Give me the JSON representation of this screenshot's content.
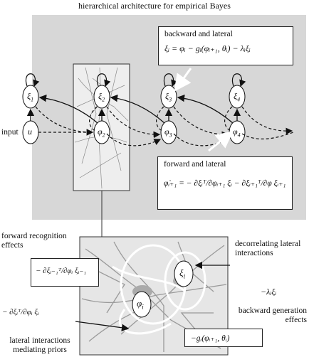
{
  "title": "hierarchical architecture for empirical Bayes",
  "input_label": "input",
  "nodes": {
    "u": "u",
    "xi1": "ξ",
    "xi1_sub": "1",
    "xi2": "ξ",
    "xi2_sub": "2",
    "xi3": "ξ",
    "xi3_sub": "3",
    "xi4": "ξ",
    "xi4_sub": "4",
    "phi2": "φ",
    "phi2_sub": "2",
    "phi3": "φ",
    "phi3_sub": "3",
    "phi4": "φ",
    "phi4_sub": "4",
    "xi_i": "ξ",
    "xi_i_sub": "i",
    "phi_i": "φ",
    "phi_i_sub": "i"
  },
  "backward_box": {
    "title": "backward and lateral",
    "equation": "ξᵢ = φᵢ − gᵢ(φᵢ₊₁, θᵢ) − λᵢξᵢ"
  },
  "forward_box": {
    "title": "forward and lateral",
    "equation": "φ̇ᵢ₊₁ = − ∂ξᵢᵀ/∂φᵢ₊₁ ξᵢ − ∂ξᵢ₊₁ᵀ/∂φ ξᵢ₊₁"
  },
  "lower": {
    "forward_recognition": "forward recognition\neffects",
    "forward_recognition_eq": "− ∂ξᵢ₋₁ᵀ/∂φᵢ ξᵢ₋₁",
    "decorrelating": "decorrelating lateral\ninteractions",
    "decorrelating_eq": "−λᵢξᵢ",
    "lateral_priors_eq": "− ∂ξᵢᵀ/∂φᵢ ξᵢ",
    "backward_generation": "backward generation\neffects",
    "backward_generation_eq": "−gᵢ(φᵢ₊₁, θᵢ)",
    "lateral_priors": "lateral interactions\nmediating priors"
  }
}
